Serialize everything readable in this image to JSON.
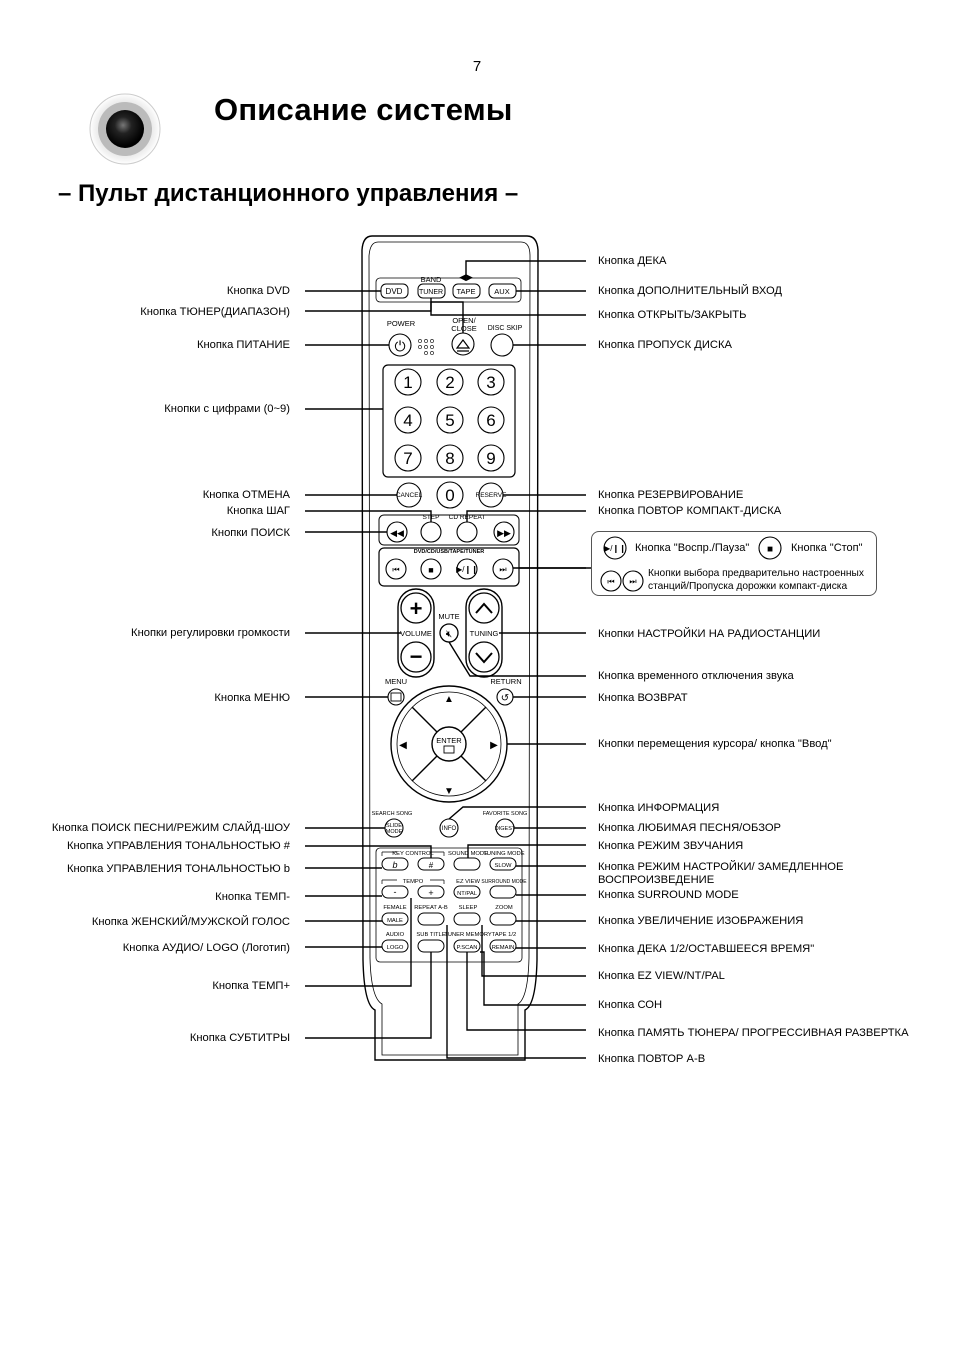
{
  "page_number": "7",
  "title": "Описание системы",
  "subtitle": "– Пульт дистанционного управления –",
  "labels_left": [
    {
      "key": "dvd",
      "text": "Кнопка DVD"
    },
    {
      "key": "tuner",
      "text": "Кнопка ТЮНЕР(ДИАПАЗОН)"
    },
    {
      "key": "power",
      "text": "Кнопка ПИТАНИЕ"
    },
    {
      "key": "digits",
      "text": "Кнопки с цифрами (0~9)"
    },
    {
      "key": "cancel",
      "text": "Кнопка ОТМЕНА"
    },
    {
      "key": "step",
      "text": "Кнопка ШАГ"
    },
    {
      "key": "search",
      "text": "Кнопки ПОИСК"
    },
    {
      "key": "volume",
      "text": "Кнопки регулировки громкости"
    },
    {
      "key": "menu",
      "text": "Кнопка МЕНЮ"
    },
    {
      "key": "slide",
      "text": "Кнопка ПОИСК ПЕСНИ/РЕЖИМ СЛАЙД-ШОУ"
    },
    {
      "key": "keysharp",
      "text": "Кнопка УПРАВЛЕНИЯ ТОНАЛЬНОСТЬЮ #"
    },
    {
      "key": "keyflat",
      "text": "Кнопка УПРАВЛЕНИЯ ТОНАЛЬНОСТЬЮ b"
    },
    {
      "key": "tempominus",
      "text": "Кнопка ТЕМП-"
    },
    {
      "key": "female",
      "text": "Кнопка ЖЕНСКИЙ/МУЖСКОЙ ГОЛОС"
    },
    {
      "key": "audio",
      "text": "Кнопка АУДИО/ LOGO (Логотип)"
    },
    {
      "key": "tempoplus",
      "text": "Кнопка ТЕМП+"
    },
    {
      "key": "subtitle",
      "text": "Кнопка СУБТИТРЫ"
    }
  ],
  "labels_right": [
    {
      "key": "deck",
      "text": "Кнопка ДЕКА"
    },
    {
      "key": "aux",
      "text": "Кнопка ДОПОЛНИТЕЛЬНЫЙ ВХОД"
    },
    {
      "key": "open",
      "text": "Кнопка ОТКРЫТЬ/ЗАКРЫТЬ"
    },
    {
      "key": "discskip",
      "text": "Кнопка ПРОПУСК ДИСКА"
    },
    {
      "key": "reserve",
      "text": "Кнопка РЕЗЕРВИРОВАНИЕ"
    },
    {
      "key": "cdrepeat",
      "text": "Кнопка ПОВТОР КОМПАКТ-ДИСКА"
    },
    {
      "key": "tuning",
      "text": "Кнопки НАСТРОЙКИ НА РАДИОСТАНЦИИ"
    },
    {
      "key": "mute",
      "text": "Кнопка временного отключения звука"
    },
    {
      "key": "return",
      "text": "Кнопка ВОЗВРАТ"
    },
    {
      "key": "cursor",
      "text": "Кнопки перемещения курсора/ кнопка \"Ввод\""
    },
    {
      "key": "info",
      "text": "Кнопка ИНФОРМАЦИЯ"
    },
    {
      "key": "digest",
      "text": "Кнопка ЛЮБИМАЯ ПЕСНЯ/ОБЗОР"
    },
    {
      "key": "sound",
      "text": "Кнопка РЕЖИМ ЗВУЧАНИЯ"
    },
    {
      "key": "slow",
      "text": "Кнопка РЕЖИМ НАСТРОЙКИ/ ЗАМЕДЛЕННОЕ ВОСПРОИЗВЕДЕНИЕ"
    },
    {
      "key": "surround",
      "text": "Кнопка SURROUND MODE"
    },
    {
      "key": "zoom",
      "text": "Кнопка УВЕЛИЧЕНИЕ ИЗОБРАЖЕНИЯ"
    },
    {
      "key": "remain",
      "text": "Кнопка ДЕКА 1/2/ОСТАВШЕЕСЯ ВРЕМЯ\""
    },
    {
      "key": "ezview",
      "text": "Кнопка EZ VIEW/NT/PAL"
    },
    {
      "key": "sleep",
      "text": "Кнопка СОН"
    },
    {
      "key": "pscan",
      "text": "Кнопка ПАМЯТЬ ТЮНЕРА/ ПРОГРЕССИВНАЯ РАЗВЕРТКА"
    },
    {
      "key": "repeatab",
      "text": "Кнопка ПОВТОР A-B"
    }
  ],
  "legend": {
    "play_pause": "Кнопка \"Воспр./Пауза\"",
    "stop": "Кнопка \"Стоп\"",
    "skip": "Кнопки выбора предварительно настроенных станций/Пропуска дорожки компакт-диска",
    "skip_line1": "Кнопки выбора предварительно настроенных",
    "skip_line2": "станций/Пропуска дорожки компакт-диска"
  },
  "remote_text": {
    "band": "BAND",
    "dvd": "DVD",
    "tuner": "TUNER",
    "tape": "TAPE",
    "aux": "AUX",
    "power": "POWER",
    "open_close": "OPEN/",
    "open_close2": "CLOSE",
    "disc_skip": "DISC SKIP",
    "digits": [
      "1",
      "2",
      "3",
      "4",
      "5",
      "6",
      "7",
      "8",
      "9",
      "0"
    ],
    "cancel": "CANCEL",
    "reserve": "RESERVE",
    "step": "STEP",
    "cd_repeat": "CD REPEAT",
    "source_strip": "DVD/CD/USB/TAPE/TUNER",
    "volume": "VOLUME",
    "mute": "MUTE",
    "tuning": "TUNING",
    "menu": "MENU",
    "return": "RETURN",
    "enter": "ENTER",
    "search_song": "SEARCH SONG",
    "slide_mode": "SLIDE MODE",
    "info": "INFO",
    "favorite_song": "FAVORITE SONG",
    "digest": "DIGEST",
    "key_control": "KEY CONTROL",
    "sound_mode": "SOUND MODE",
    "tuning_mode": "TUNING MODE",
    "slow": "SLOW",
    "tempo": "TEMPO",
    "ez_view": "EZ VIEW",
    "nt_pal": "NT/PAL",
    "surround_mode": "SURROUND MODE",
    "female": "FEMALE",
    "male": "MALE",
    "repeat_ab": "REPEAT A-B",
    "sleep": "SLEEP",
    "zoom": "ZOOM",
    "audio": "AUDIO",
    "logo": "LOGO",
    "sub_title": "SUB TITLE",
    "tuner_memory": "TUNER MEMORY",
    "p_scan": "P.SCAN",
    "tape_12": "TAPE 1/2",
    "remain": "REMAIN",
    "flat": "b",
    "sharp": "#",
    "minus": "-",
    "plus": "+"
  },
  "colors": {
    "ink": "#000000",
    "line": "#000000",
    "legend_border": "#555555"
  }
}
